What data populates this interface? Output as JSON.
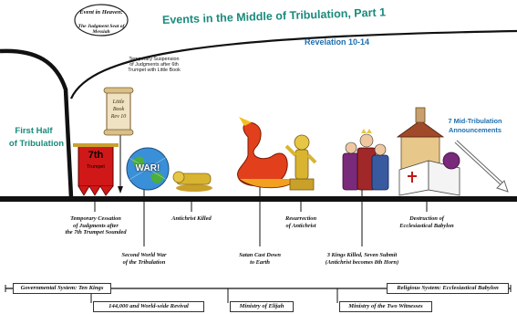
{
  "heaven_event": {
    "line1": "Event in Heaven:",
    "line2": "The Judgment Seat of Messiah"
  },
  "title": "Events in the Middle of Tribulation, Part 1",
  "subtitle": "Revelation 10-14",
  "left_label": {
    "line1": "First Half",
    "line2": "of Tribulation"
  },
  "right_label": {
    "line1": "7 Mid-Tribulation",
    "line2": "Announcements"
  },
  "top_note": {
    "line1": "Temporary Suspension",
    "line2": "of Judgments after 6th",
    "line3": "Trumpet with Little Book"
  },
  "scroll_text": [
    "Little",
    "Book",
    "Rev 10"
  ],
  "trumpet_text": {
    "num": "7th",
    "word": "Trumpet"
  },
  "globe_text": "WAR!",
  "events_below_line": [
    {
      "l1": "Temporary Cessation",
      "l2": "of Judgments after",
      "l3": "the 7th Trumpet Sounded"
    },
    {
      "l1": "Antichrist Killed"
    },
    {
      "l1": "Resurrection",
      "l2": "of Antichrist"
    },
    {
      "l1": "Destruction of",
      "l2": "Ecclesiastical Babylon"
    }
  ],
  "events_lower": [
    {
      "l1": "Second World War",
      "l2": "of the Tribulation"
    },
    {
      "l1": "Satan Cast Down",
      "l2": "to Earth"
    },
    {
      "l1": "3 Kings Killed, Seven Submit",
      "l2": "(Antichrist becomes 8th Horn)"
    }
  ],
  "systems": {
    "governmental": "Governmental System: Ten Kings",
    "religious": "Religious System: Ecclesiastical Babylon"
  },
  "bottom_boxes": [
    "144,000 and World-wide Revival",
    "Ministry of Elijah",
    "Ministry of the Two Witnesses"
  ],
  "colors": {
    "teal": "#1a8a7c",
    "blue": "#1e6fb0",
    "line": "#111111"
  }
}
